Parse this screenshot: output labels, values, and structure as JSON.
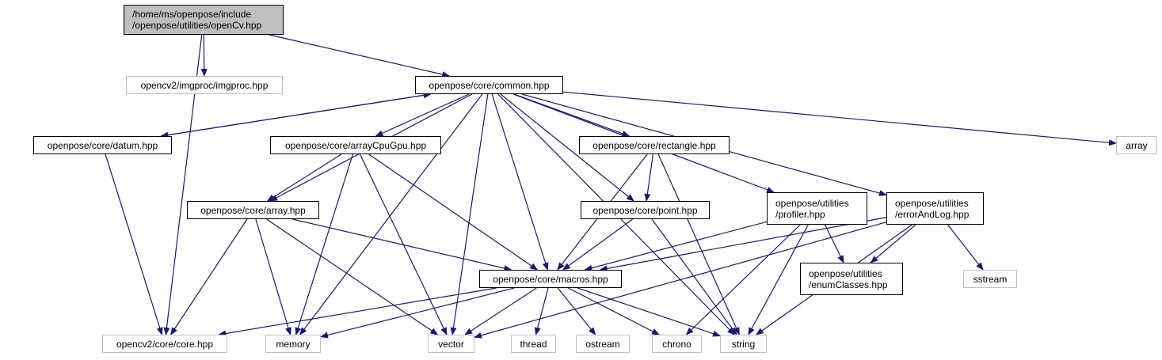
{
  "colors": {
    "edge": "#191970",
    "node_border": "#000000",
    "external_border": "#bfbfbf",
    "focus_fill": "#bfbfbf"
  },
  "nodes": {
    "openCv": {
      "label": "/home/ms/openpose/include\n/openpose/utilities/openCv.hpp"
    },
    "imgproc": {
      "label": "opencv2/imgproc/imgproc.hpp"
    },
    "common": {
      "label": "openpose/core/common.hpp"
    },
    "datum": {
      "label": "openpose/core/datum.hpp"
    },
    "arrayCpuGpu": {
      "label": "openpose/core/arrayCpuGpu.hpp"
    },
    "rectangle": {
      "label": "openpose/core/rectangle.hpp"
    },
    "arrayStd": {
      "label": "array"
    },
    "arrayHpp": {
      "label": "openpose/core/array.hpp"
    },
    "point": {
      "label": "openpose/core/point.hpp"
    },
    "profiler": {
      "label": "openpose/utilities\n/profiler.hpp"
    },
    "errorAndLog": {
      "label": "openpose/utilities\n/errorAndLog.hpp"
    },
    "macros": {
      "label": "openpose/core/macros.hpp"
    },
    "enumClasses": {
      "label": "openpose/utilities\n/enumClasses.hpp"
    },
    "sstream": {
      "label": "sstream"
    },
    "core": {
      "label": "opencv2/core/core.hpp"
    },
    "memory": {
      "label": "memory"
    },
    "vector": {
      "label": "vector"
    },
    "thread": {
      "label": "thread"
    },
    "ostream": {
      "label": "ostream"
    },
    "chrono": {
      "label": "chrono"
    },
    "string": {
      "label": "string"
    }
  },
  "edges": [
    [
      "openCv",
      "imgproc"
    ],
    [
      "openCv",
      "common"
    ],
    [
      "openCv",
      "core"
    ],
    [
      "common",
      "datum"
    ],
    [
      "common",
      "arrayCpuGpu"
    ],
    [
      "common",
      "rectangle"
    ],
    [
      "common",
      "arrayStd"
    ],
    [
      "common",
      "arrayHpp"
    ],
    [
      "common",
      "point"
    ],
    [
      "common",
      "profiler"
    ],
    [
      "common",
      "errorAndLog"
    ],
    [
      "common",
      "macros"
    ],
    [
      "common",
      "memory"
    ],
    [
      "common",
      "vector"
    ],
    [
      "common",
      "string"
    ],
    [
      "datum",
      "common"
    ],
    [
      "datum",
      "core"
    ],
    [
      "arrayCpuGpu",
      "arrayHpp"
    ],
    [
      "arrayCpuGpu",
      "macros"
    ],
    [
      "arrayCpuGpu",
      "memory"
    ],
    [
      "arrayCpuGpu",
      "vector"
    ],
    [
      "rectangle",
      "point"
    ],
    [
      "rectangle",
      "macros"
    ],
    [
      "rectangle",
      "string"
    ],
    [
      "arrayHpp",
      "macros"
    ],
    [
      "arrayHpp",
      "core"
    ],
    [
      "arrayHpp",
      "memory"
    ],
    [
      "arrayHpp",
      "vector"
    ],
    [
      "point",
      "macros"
    ],
    [
      "point",
      "string"
    ],
    [
      "profiler",
      "macros"
    ],
    [
      "profiler",
      "enumClasses"
    ],
    [
      "profiler",
      "chrono"
    ],
    [
      "profiler",
      "string"
    ],
    [
      "errorAndLog",
      "macros"
    ],
    [
      "errorAndLog",
      "enumClasses"
    ],
    [
      "errorAndLog",
      "sstream"
    ],
    [
      "errorAndLog",
      "vector"
    ],
    [
      "errorAndLog",
      "string"
    ],
    [
      "macros",
      "core"
    ],
    [
      "macros",
      "memory"
    ],
    [
      "macros",
      "vector"
    ],
    [
      "macros",
      "thread"
    ],
    [
      "macros",
      "ostream"
    ],
    [
      "macros",
      "chrono"
    ],
    [
      "macros",
      "string"
    ]
  ]
}
